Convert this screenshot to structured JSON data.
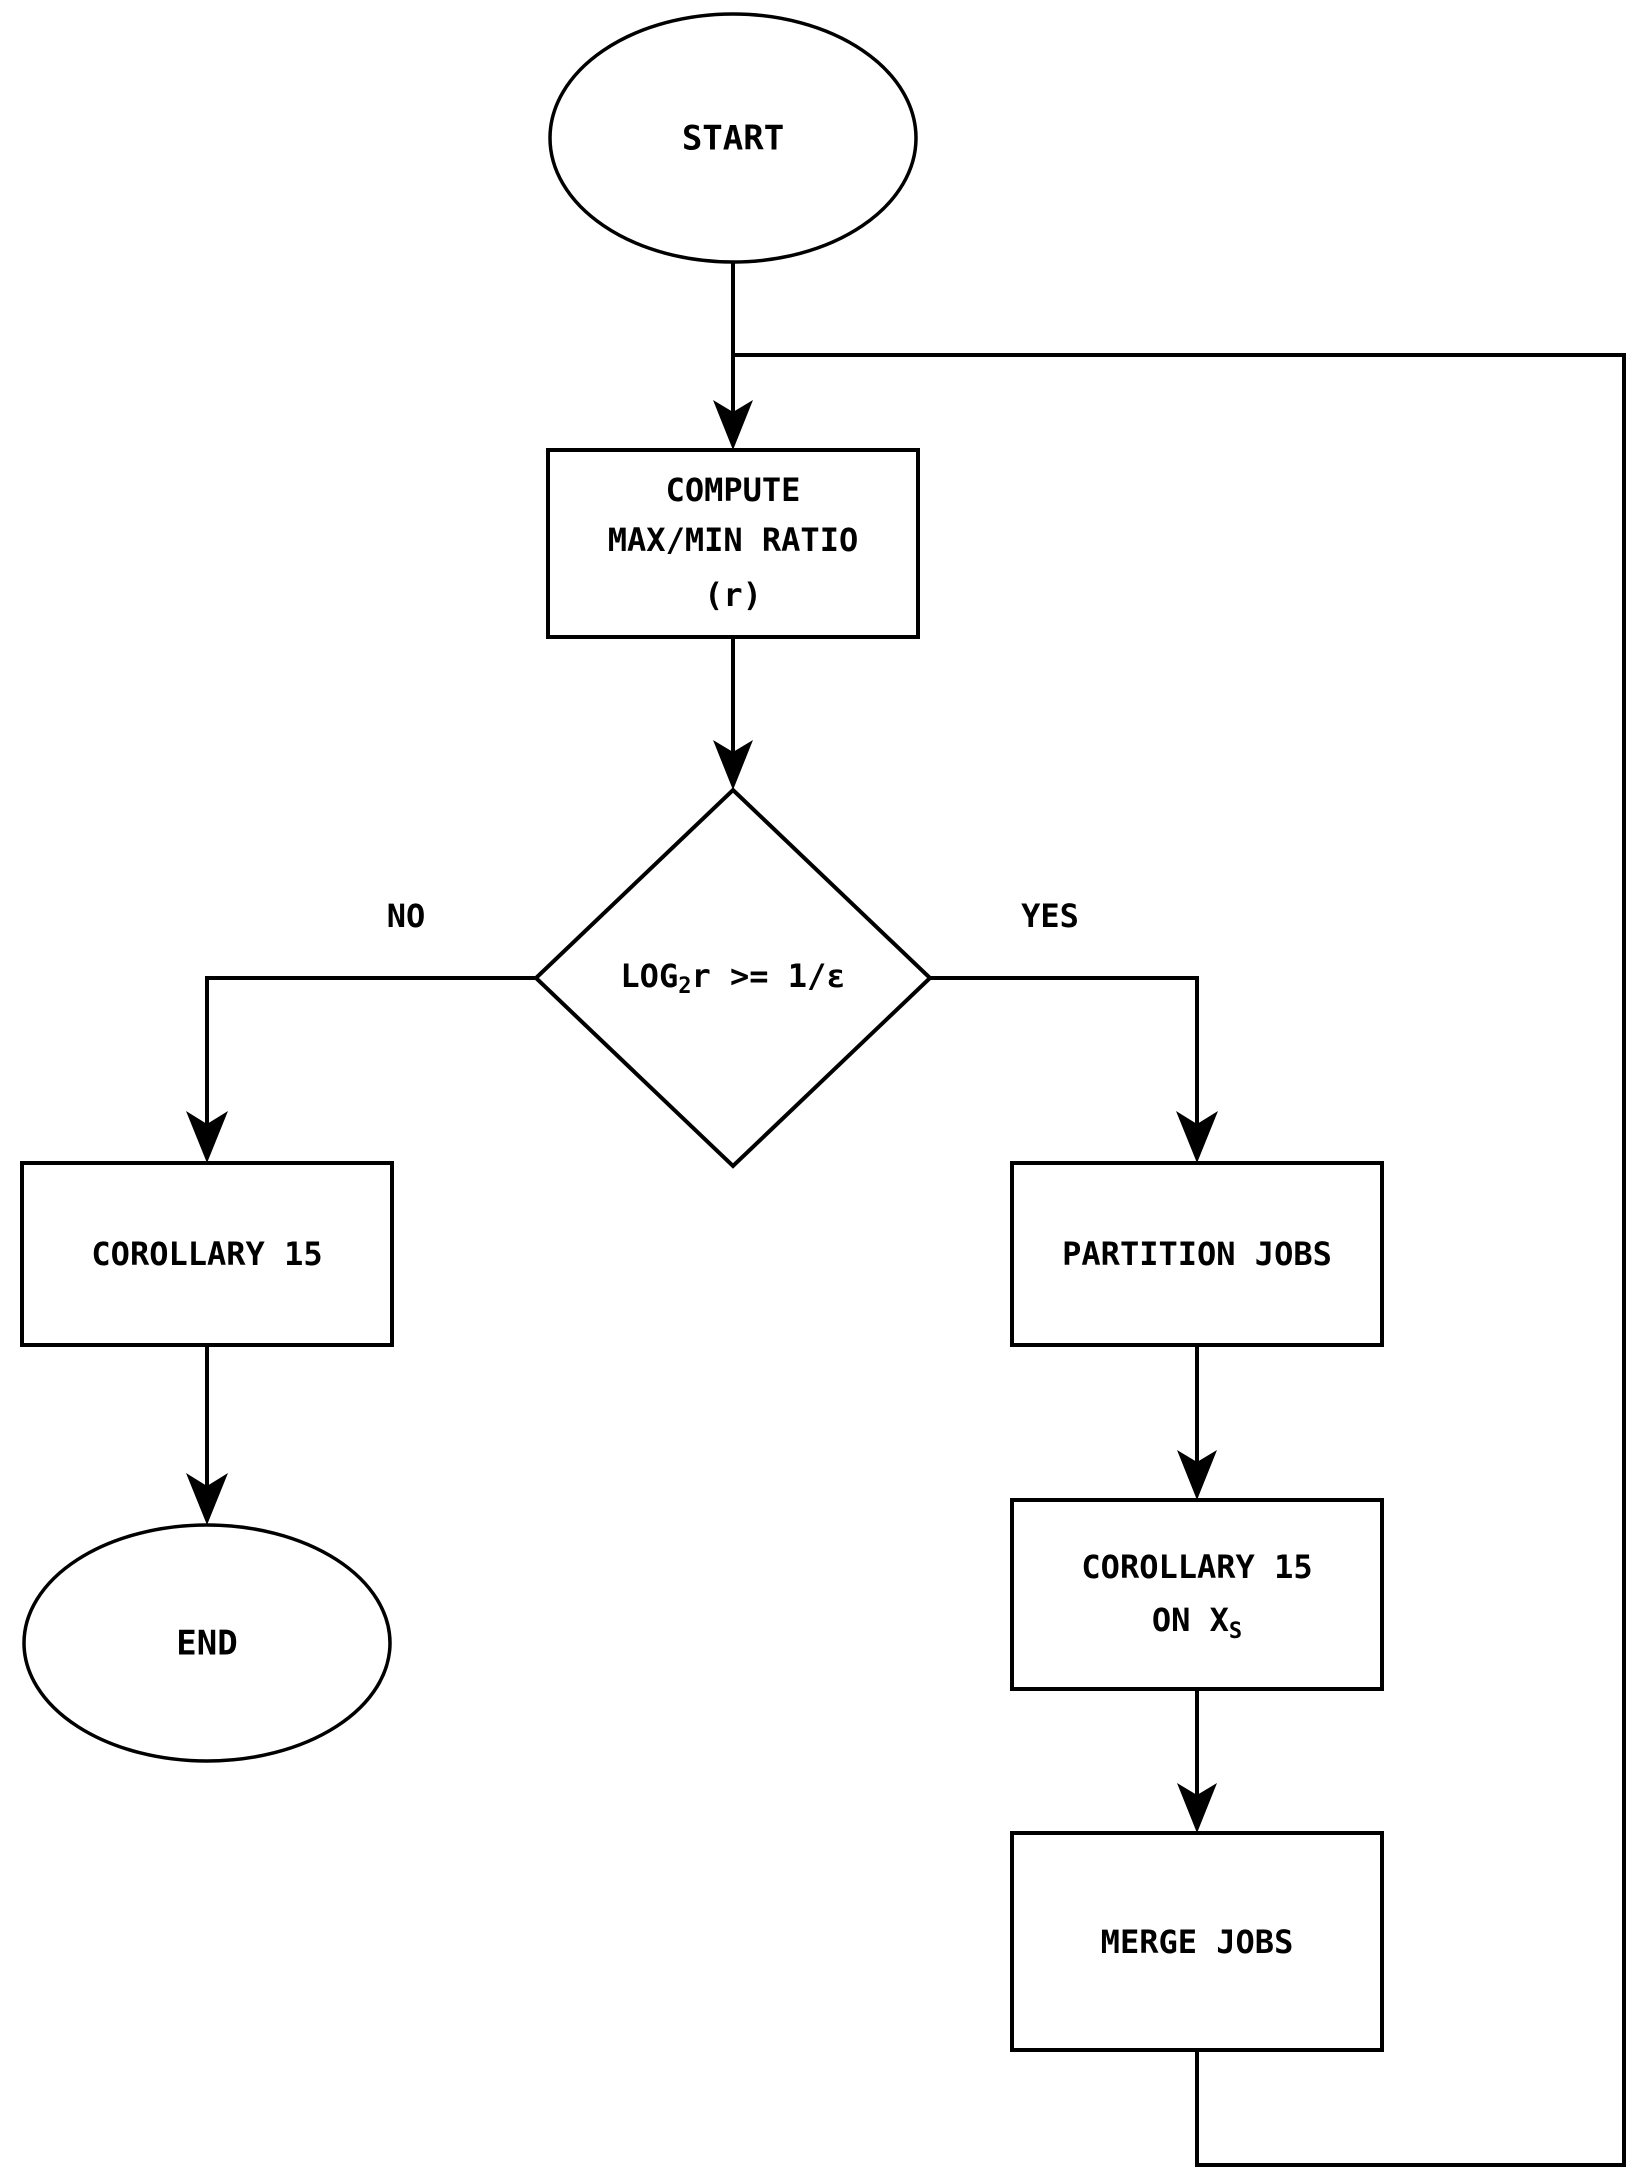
{
  "diagram": {
    "type": "flowchart",
    "title": "PTAS decision flowchart for scheduling with max/min ratio",
    "background_color": "#ffffff",
    "line_color": "#000000",
    "text_color": "#000000",
    "nodes": [
      {
        "id": "start",
        "shape": "ellipse",
        "label": "START",
        "lines": [
          "START"
        ]
      },
      {
        "id": "compute-ratio",
        "shape": "rectangle",
        "label": "COMPUTE MAX/MIN RATIO (r)",
        "lines": [
          "COMPUTE",
          "MAX/MIN RATIO",
          "(r)"
        ]
      },
      {
        "id": "decision-log",
        "shape": "diamond",
        "label": "LOG2r >= 1/ε",
        "expr_prefix": "LOG",
        "expr_subscript": "2",
        "expr_suffix": "r >= 1/ε"
      },
      {
        "id": "corollary-15",
        "shape": "rectangle",
        "label": "COROLLARY 15",
        "lines": [
          "COROLLARY 15"
        ]
      },
      {
        "id": "end",
        "shape": "ellipse",
        "label": "END",
        "lines": [
          "END"
        ]
      },
      {
        "id": "partition-jobs",
        "shape": "rectangle",
        "label": "PARTITION JOBS",
        "lines": [
          "PARTITION JOBS"
        ]
      },
      {
        "id": "corollary-15-xs",
        "shape": "rectangle",
        "label": "COROLLARY 15 ON X_S",
        "line1": "COROLLARY 15",
        "line2_prefix": "ON X",
        "line2_subscript": "S"
      },
      {
        "id": "merge-jobs",
        "shape": "rectangle",
        "label": "MERGE JOBS",
        "lines": [
          "MERGE JOBS"
        ]
      }
    ],
    "edges": [
      {
        "id": "start-to-compute",
        "from": "start",
        "to": "compute-ratio",
        "label": ""
      },
      {
        "id": "compute-to-decision",
        "from": "compute-ratio",
        "to": "decision-log",
        "label": ""
      },
      {
        "id": "decision-no",
        "from": "decision-log",
        "to": "corollary-15",
        "label": "NO"
      },
      {
        "id": "decision-yes",
        "from": "decision-log",
        "to": "partition-jobs",
        "label": "YES"
      },
      {
        "id": "corollary-to-end",
        "from": "corollary-15",
        "to": "end",
        "label": ""
      },
      {
        "id": "partition-to-corollary-xs",
        "from": "partition-jobs",
        "to": "corollary-15-xs",
        "label": ""
      },
      {
        "id": "corollary-xs-to-merge",
        "from": "corollary-15-xs",
        "to": "merge-jobs",
        "label": ""
      },
      {
        "id": "merge-loopback",
        "from": "merge-jobs",
        "to": "compute-ratio",
        "label": ""
      }
    ],
    "edge_labels": {
      "no": "NO",
      "yes": "YES"
    }
  }
}
